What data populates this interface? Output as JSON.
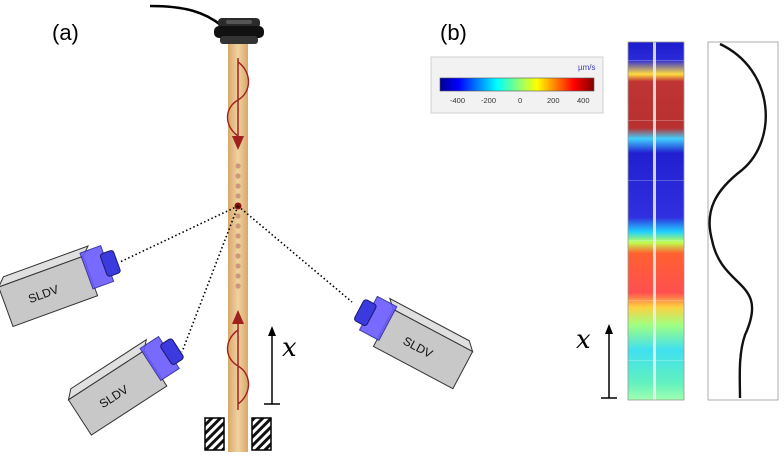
{
  "panels": {
    "a": "(a)",
    "b": "(b)"
  },
  "axis_label": "x",
  "sldv_label": "SLDV",
  "colorbar": {
    "unit": "µm/s",
    "ticks": [
      "-400",
      "-200",
      "0",
      "200",
      "400"
    ]
  },
  "colors": {
    "rod": "#e8c48e",
    "wave": "#a02020",
    "dot": "#cc9a7a",
    "laser_head": "#6a5aff",
    "device_body": "#c8c8c8"
  }
}
